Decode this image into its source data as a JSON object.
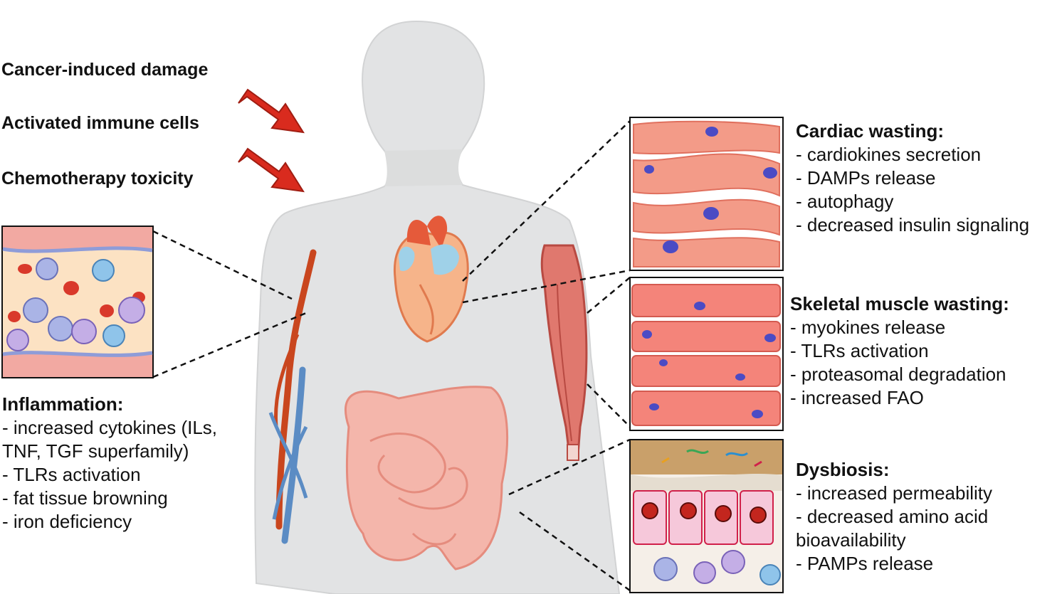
{
  "causes": [
    "Cancer-induced damage",
    "Activated immune cells",
    "Chemotherapy toxicity"
  ],
  "inflammation": {
    "title": "Inflammation:",
    "items": [
      "- increased cytokines (ILs,",
      "TNF, TGF superfamily)",
      "- TLRs activation",
      "- fat tissue browning",
      "- iron deficiency"
    ]
  },
  "cardiac": {
    "title": "Cardiac wasting:",
    "items": [
      "- cardiokines secretion",
      "- DAMPs release",
      "- autophagy",
      "- decreased insulin signaling"
    ]
  },
  "skeletal": {
    "title": "Skeletal muscle wasting:",
    "items": [
      "- myokines release",
      "- TLRs activation",
      "- proteasomal degradation",
      "- increased FAO"
    ]
  },
  "dysbiosis": {
    "title": "Dysbiosis:",
    "items": [
      "- increased permeability",
      "- decreased amino acid",
      "bioavailability",
      "- PAMPs release"
    ]
  },
  "colors": {
    "body": "#e2e3e4",
    "arrow": "#d92b1e",
    "muscle": "#f08072",
    "vein": "#5b8cc4",
    "artery": "#c9461e",
    "nucleus": "#4b4bc4"
  }
}
